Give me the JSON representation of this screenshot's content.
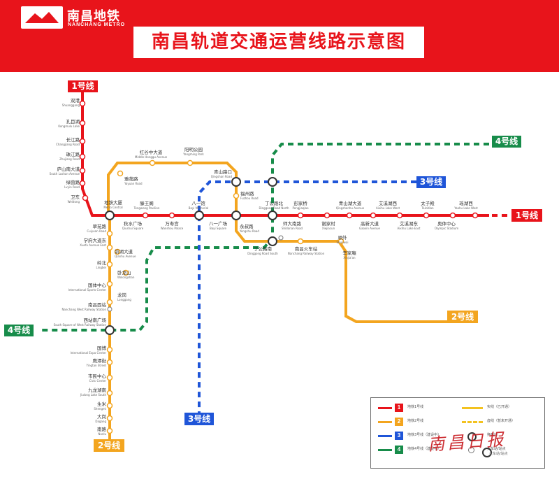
{
  "brand": {
    "name_cn": "南昌地铁",
    "name_en": "NANCHANG METRO"
  },
  "title": "南昌轨道交通运营线路示意图",
  "colors": {
    "header_red": "#e8141b",
    "line1": "#e8141b",
    "line2": "#f3a51f",
    "line3": "#1f55d8",
    "line4": "#178c4a"
  },
  "line_badges": {
    "line1_north": "1号线",
    "line1_east": "1号线",
    "line2_east": "2号线",
    "line2_south": "2号线",
    "line3_east": "3号线",
    "line3_south": "3号线",
    "line4_northeast": "4号线",
    "line4_west": "4号线"
  },
  "stations": {
    "shuangang": {
      "cn": "双港",
      "en": "Shuanggang"
    },
    "kongmuhu": {
      "cn": "孔目湖",
      "en": "Kongmulu Lake"
    },
    "changjianglu": {
      "cn": "长江路",
      "en": "Changjiang Road"
    },
    "zhujianglu": {
      "cn": "珠江路",
      "en": "Zhujiang Road"
    },
    "lushannandadao": {
      "cn": "庐山南大道",
      "en": "South Lushan Avenue"
    },
    "lvyinlu": {
      "cn": "绿茵路",
      "en": "Lvyin Road"
    },
    "weidong": {
      "cn": "卫东",
      "en": "Weidong"
    },
    "ditiedasha": {
      "cn": "地铁大厦",
      "en": "Metro Central"
    },
    "qiushuiguangchang": {
      "cn": "秋水广场",
      "en": "Qiushui Square"
    },
    "tengwangge": {
      "cn": "滕王阁",
      "en": "Tengwang Pavilion"
    },
    "wanshougong": {
      "cn": "万寿宫",
      "en": "Wanshou Palace"
    },
    "bayiguan": {
      "cn": "八一馆",
      "en": "Bayi Memorial"
    },
    "bayiguangchang": {
      "cn": "八一广场",
      "en": "Bayi Square"
    },
    "yongshulu": {
      "cn": "永叔路",
      "en": "Yongshu Road"
    },
    "dinggonglubei": {
      "cn": "丁公路北",
      "en": "Dinggong Road North"
    },
    "shidananlu": {
      "cn": "师大南路",
      "en": "Shidanan Road"
    },
    "pengjiaqiao": {
      "cn": "彭家桥",
      "en": "Pengjiaqiao"
    },
    "xiejiacun": {
      "cn": "谢家村",
      "en": "Xiejiacun"
    },
    "qingshanhudadao": {
      "cn": "青山湖大道",
      "en": "Qingshanhu Avenue"
    },
    "gaoxindadao": {
      "cn": "高新大道",
      "en": "Gaoxin Avenue"
    },
    "aixihuxi": {
      "cn": "艾溪湖西",
      "en": "Aixihu Lake West"
    },
    "aixihudong": {
      "cn": "艾溪湖东",
      "en": "Aixihu Lake East"
    },
    "taizidian": {
      "cn": "太子殿",
      "en": "Taizidian"
    },
    "aoti": {
      "cn": "奥体中心",
      "en": "Olympic Stadium"
    },
    "yaohuxi": {
      "cn": "瑶湖西",
      "en": "Yaohu Lake West"
    },
    "yaohulu": {
      "cn": "雅苑路",
      "en": "Yayuan Road"
    },
    "honggu": {
      "cn": "红谷中大道",
      "en": "Middle Honggu Avenue"
    },
    "yangming": {
      "cn": "阳明公园",
      "en": "Yangming Park"
    },
    "qingshanlukou": {
      "cn": "青山路口",
      "en": "Qingshan Road"
    },
    "fuzhoulu": {
      "cn": "福州路",
      "en": "Fuzhou Road"
    },
    "cuiyuanlu": {
      "cn": "翠苑路",
      "en": "Cuiyuan Road"
    },
    "xuefu": {
      "cn": "学府大道东",
      "en": "Xuefu Avenue East"
    },
    "qianhu": {
      "cn": "前湖大道",
      "en": "Qianhu Avenue"
    },
    "lingbei": {
      "cn": "岭北",
      "en": "Lingbei"
    },
    "wolongshan": {
      "cn": "卧龙山",
      "en": "Wolongshan"
    },
    "guotizhongxin": {
      "cn": "国体中心",
      "en": "International Sports Center"
    },
    "longgang": {
      "cn": "龙岗",
      "en": "Longgang"
    },
    "nanchangxi": {
      "cn": "南昌西站",
      "en": "Nanchang West Railway Station"
    },
    "xizhannan": {
      "cn": "西站南广场",
      "en": "South Square of West Railway Station"
    },
    "guobo": {
      "cn": "国博",
      "en": "International Expo Center"
    },
    "yingtanjie": {
      "cn": "鹰潭街",
      "en": "Yingtan Street"
    },
    "shiminzhongxin": {
      "cn": "市民中心",
      "en": "Civic Center"
    },
    "jiulongnan": {
      "cn": "九龙湖南",
      "en": "Jiulong Lake South"
    },
    "shengmi": {
      "cn": "生米",
      "en": "Shengmi"
    },
    "dagang": {
      "cn": "大岗",
      "en": "Dagang"
    },
    "nanlu": {
      "cn": "南路",
      "en": "Nanlu"
    },
    "dinggongnan": {
      "cn": "丁公路南",
      "en": "Dinggong Road South"
    },
    "nanchanghuochezhan": {
      "cn": "南昌火车站",
      "en": "Nanchang Railway Station"
    },
    "xinjiaan": {
      "cn": "辛家庵",
      "en": "Xinjia'an"
    },
    "miaowai": {
      "cn": "顺外",
      "en": "Shunwai"
    }
  },
  "legend": {
    "items": [
      {
        "num": "1",
        "label": "地铁1号线",
        "color": "#e8141b"
      },
      {
        "num": "2",
        "label": "地铁2号线",
        "color": "#f3a51f"
      },
      {
        "num": "3",
        "label": "地铁3号线（建设中）",
        "color": "#1f55d8"
      },
      {
        "num": "4",
        "label": "地铁4号线（建设中）",
        "color": "#178c4a"
      }
    ],
    "types": [
      {
        "label": "实线（已开通）",
        "style": "solid"
      },
      {
        "label": "虚线（暂未开通）",
        "style": "dashed"
      },
      {
        "label": "换乘站",
        "style": "interchange"
      },
      {
        "label": "火车站/站点",
        "style": "rail"
      }
    ]
  },
  "watermark": {
    "text": "南昌日报",
    "sub": "火车站/站点"
  }
}
